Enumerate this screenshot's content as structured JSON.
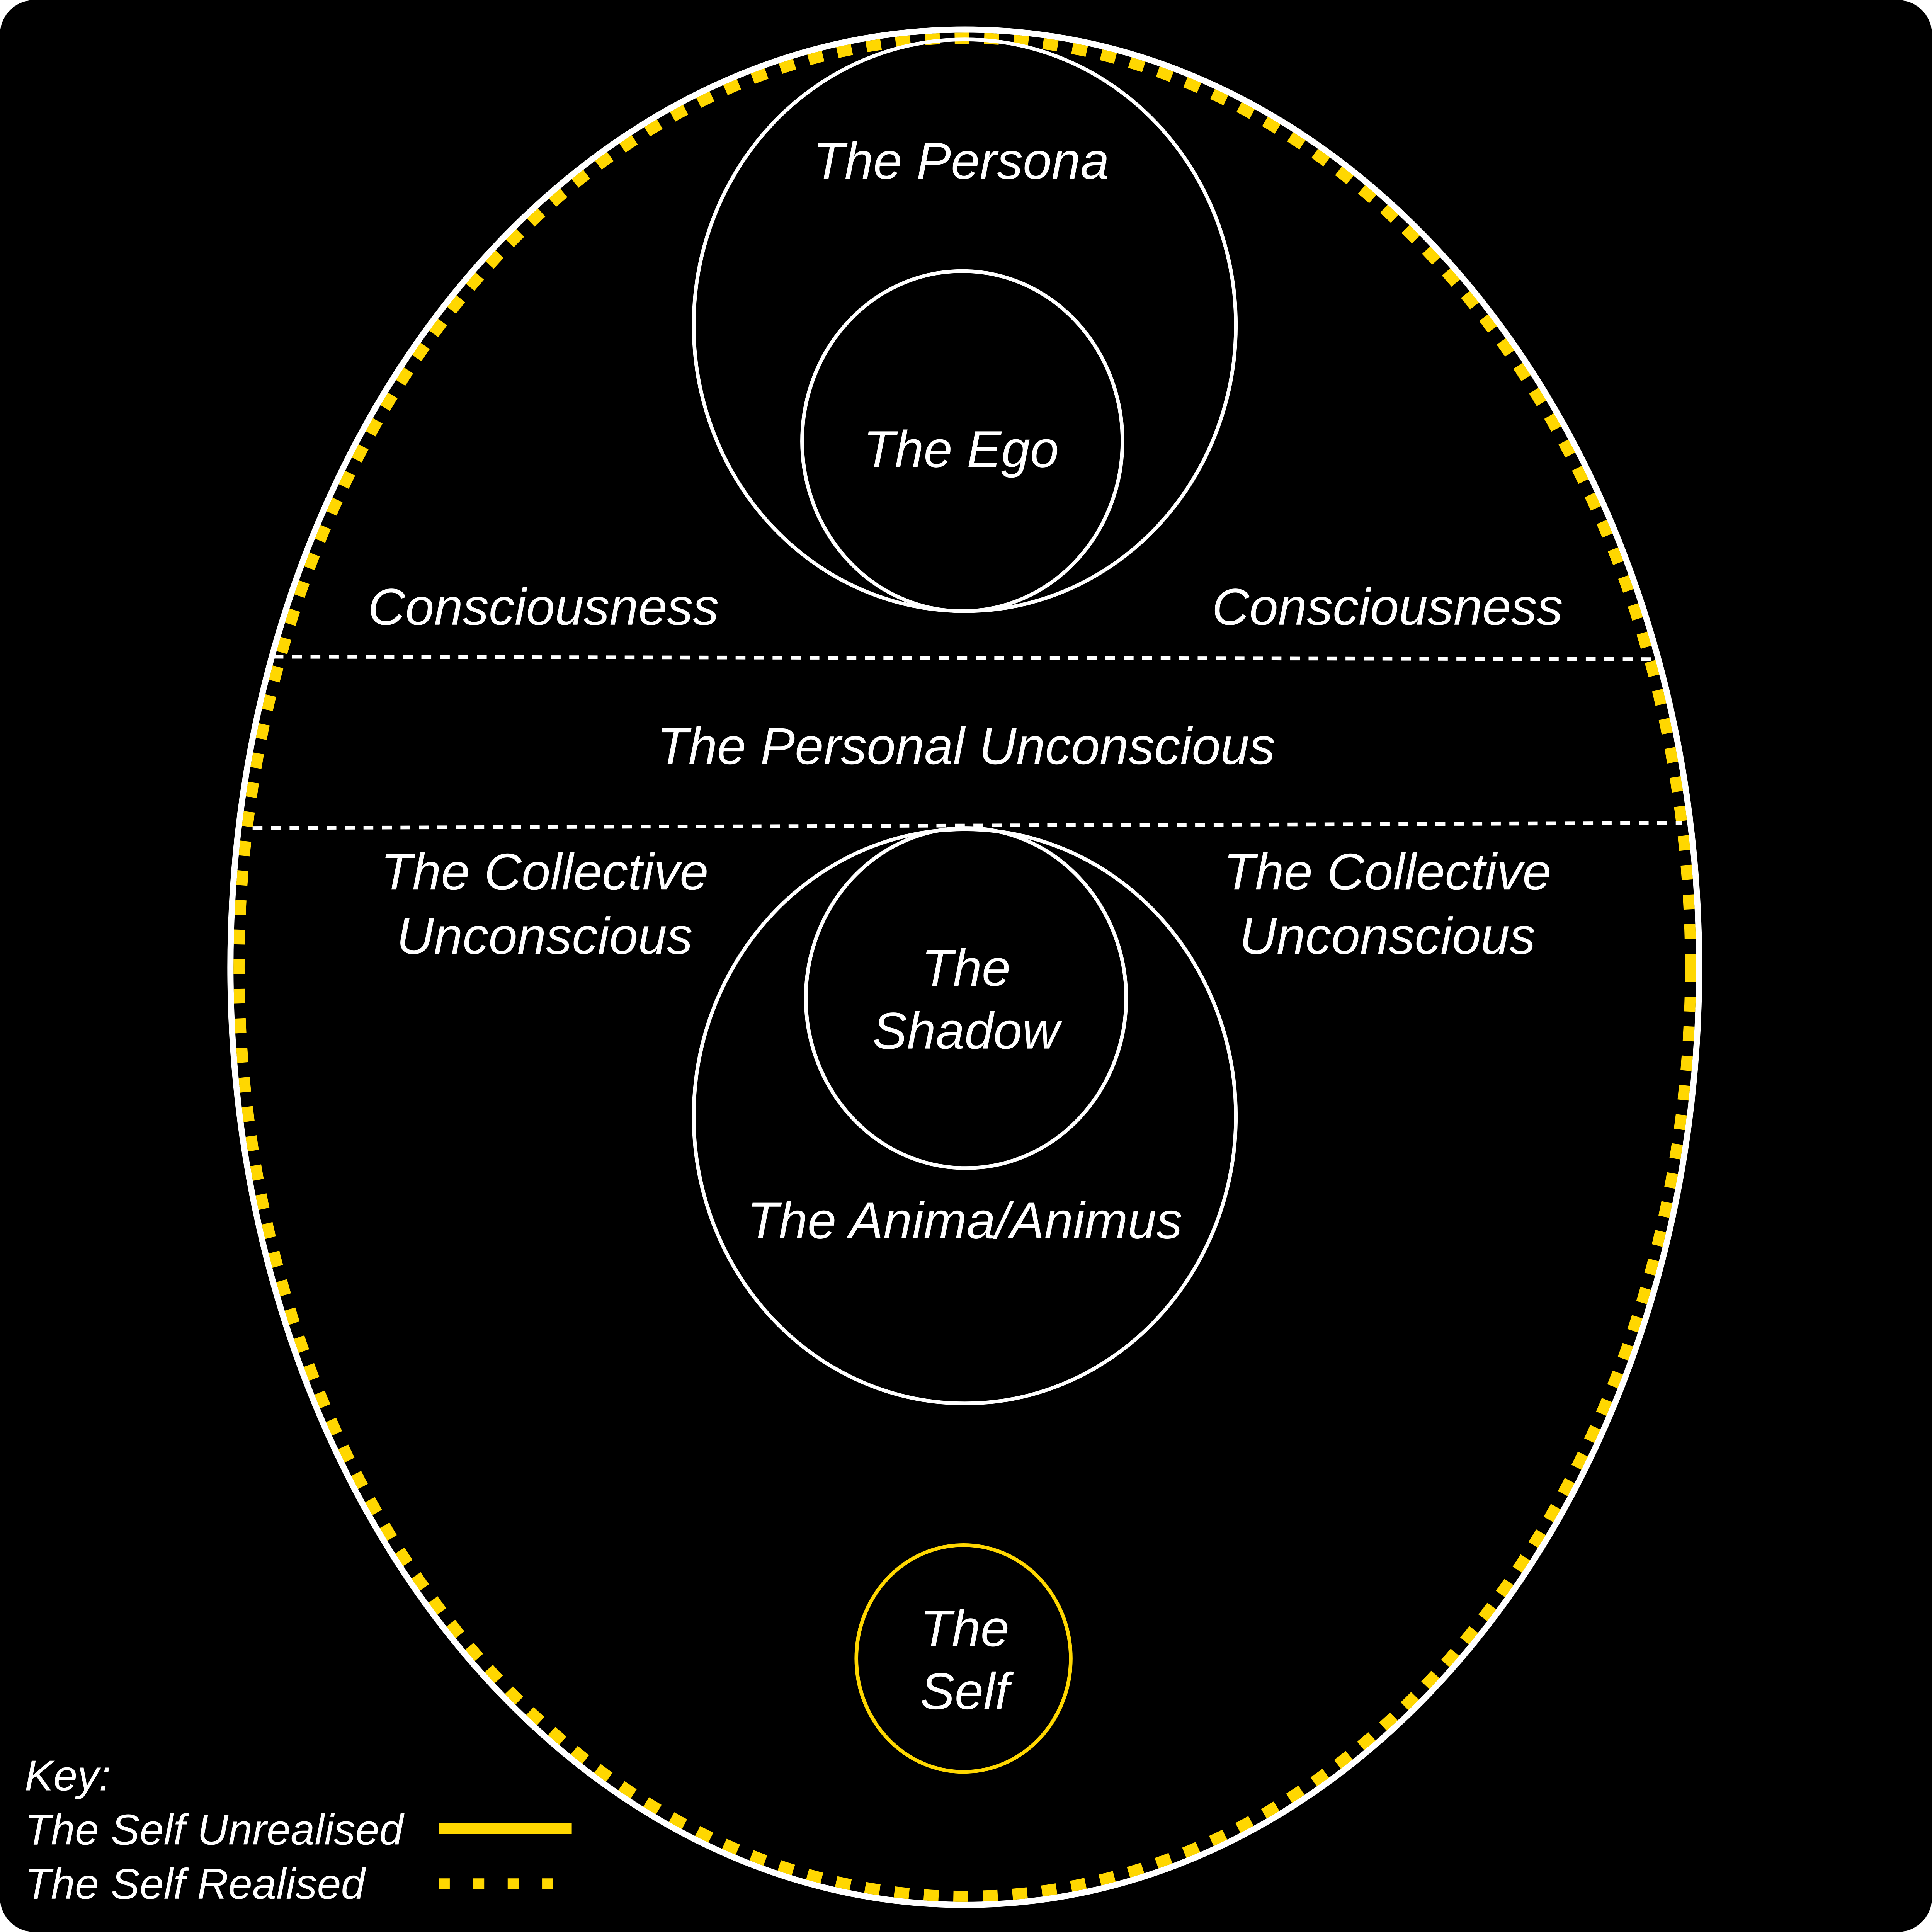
{
  "colors": {
    "background": "#000000",
    "line": "#ffffff",
    "self": "#FFD700"
  },
  "labels": {
    "persona": "The Persona",
    "ego": "The Ego",
    "consciousness_left": "Consciousness",
    "consciousness_right": "Consciousness",
    "personal_unconscious": "The Personal Unconscious",
    "collective_left": [
      "The Collective",
      "Unconscious"
    ],
    "collective_right": [
      "The Collective",
      "Unconscious"
    ],
    "shadow": [
      "The",
      "Shadow"
    ],
    "anima": "The Anima/Animus",
    "self": [
      "The",
      "Self"
    ]
  },
  "key": {
    "title": "Key:",
    "unrealised": "The Self Unrealised",
    "realised": "The Self Realised"
  }
}
